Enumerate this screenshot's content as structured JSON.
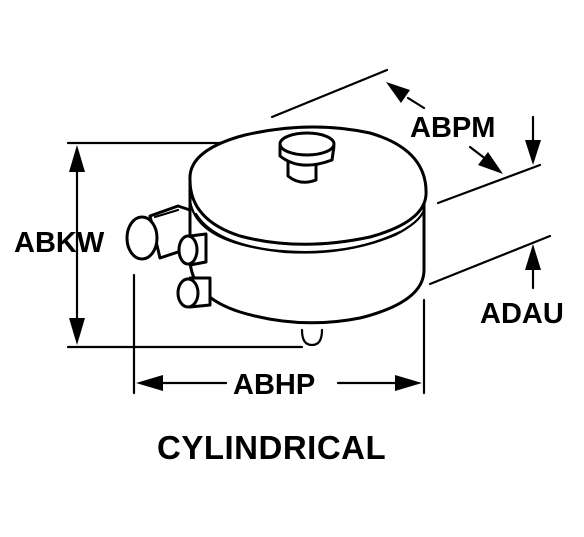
{
  "labels": {
    "abpm": "ABPM",
    "abkw": "ABKW",
    "adau": "ADAU",
    "abhp": "ABHP"
  },
  "caption": "CYLINDRICAL"
}
